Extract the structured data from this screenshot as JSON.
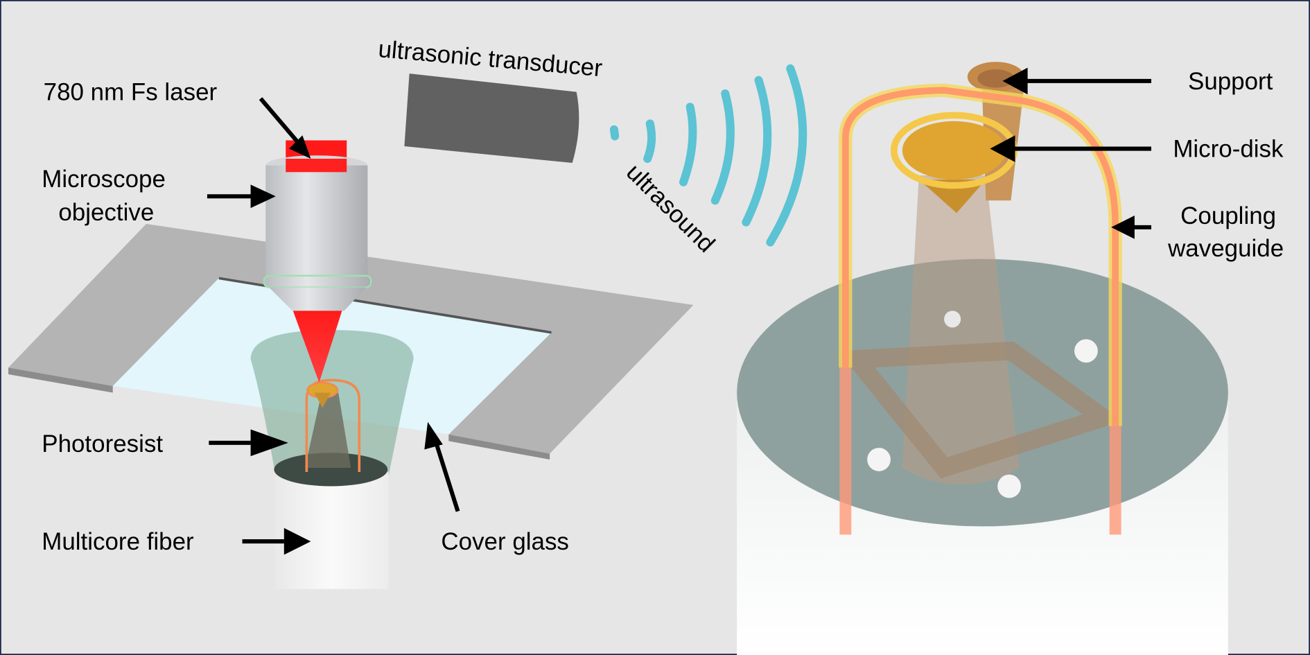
{
  "labels": {
    "laser": "780 nm Fs laser",
    "objective_line1": "Microscope",
    "objective_line2": "objective",
    "photoresist": "Photoresist",
    "fiber": "Multicore fiber",
    "cover_glass": "Cover glass",
    "transducer": "ultrasonic transducer",
    "ultrasound": "ultrasound",
    "support": "Support",
    "microdisk": "Micro-disk",
    "waveguide_line1": "Coupling",
    "waveguide_line2": "waveguide"
  },
  "colors": {
    "background": "#e6e6e6",
    "border": "#1c2b4a",
    "laser": "#ff1a1a",
    "ultrasound": "#5bc3d3",
    "waveguide": "#ff9a6a",
    "microdisk": "#e0a530"
  }
}
